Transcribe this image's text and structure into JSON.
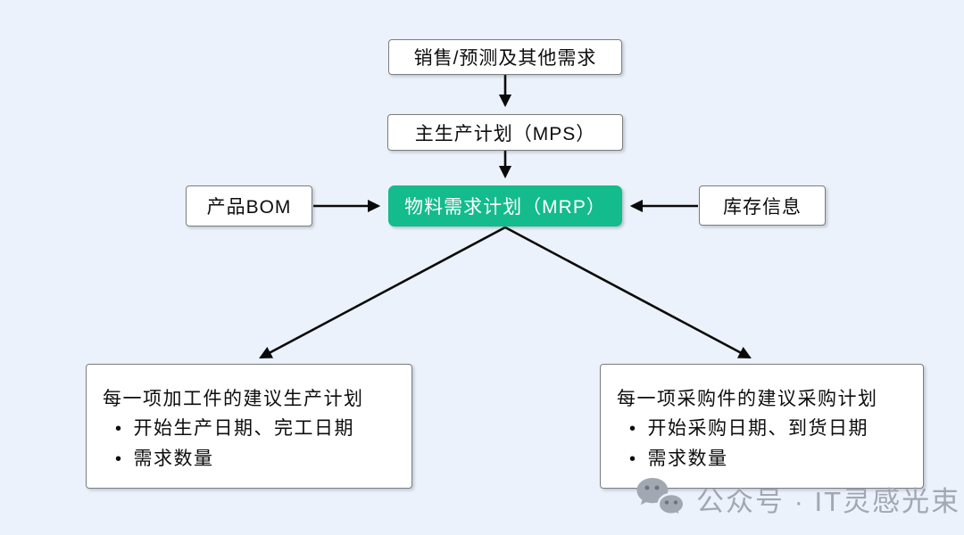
{
  "diagram": {
    "title_hint": "MRP 物料需求计划流程图",
    "nodes": {
      "demand": {
        "label": "销售/预测及其他需求"
      },
      "mps": {
        "label": "主生产计划（MPS）"
      },
      "bom": {
        "label": "产品BOM"
      },
      "mrp": {
        "label": "物料需求计划（MRP）"
      },
      "inventory": {
        "label": "库存信息"
      },
      "production_plan": {
        "title": "每一项加工件的建议生产计划",
        "bullets": [
          "开始生产日期、完工日期",
          "需求数量"
        ]
      },
      "purchase_plan": {
        "title": "每一项采购件的建议采购计划",
        "bullets": [
          "开始采购日期、到货日期",
          "需求数量"
        ]
      }
    },
    "edges": [
      "demand -> mps",
      "mps -> mrp",
      "bom -> mrp",
      "inventory -> mrp",
      "mrp -> production_plan",
      "mrp -> purchase_plan"
    ],
    "colors": {
      "background": "#ecf2fb",
      "node_fill": "#ffffff",
      "node_border": "#7d7d7d",
      "accent_green": "#14bb8c",
      "accent_text": "#ffffff",
      "arrow": "#0a0a0a",
      "watermark": "#a2a8b2"
    }
  },
  "watermark": {
    "icon": "wechat-icon",
    "text": "公众号 · IT灵感光束"
  }
}
